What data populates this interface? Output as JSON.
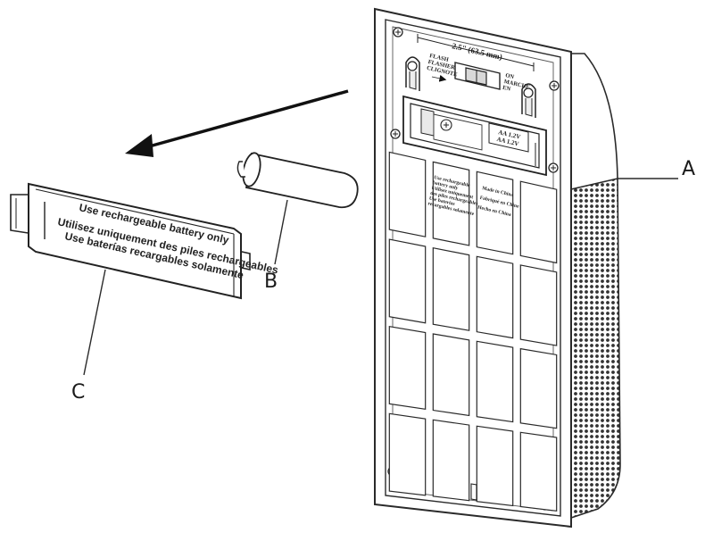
{
  "labels": {
    "a": "A",
    "b": "B",
    "c": "C"
  },
  "device": {
    "dimension": "2.5\" (63.5 mm)",
    "switch_left": [
      "FLASH",
      "FLASHER",
      "CLIGNOTE"
    ],
    "switch_right": [
      "ON",
      "MARCHE",
      "EN"
    ],
    "battery_spec": [
      "AA 1.2V",
      "AA 1.2V"
    ],
    "panel_text_left": [
      "Use rechargeable",
      "battery only",
      "Utilisez uniquement",
      "des piles rechargeables",
      "Use baterías",
      "recargables solamente"
    ],
    "panel_text_right": [
      "Made in China",
      "Fabriqué en Chine",
      "Hecho en China"
    ]
  },
  "cover": {
    "line1": "Use rechargeable battery only",
    "line2": "Utilisez uniquement des piles rechargeables",
    "line3": "Use baterías recargables solamente"
  },
  "colors": {
    "ink": "#1a1a1a",
    "line": "#2a2a2a",
    "paper": "#ffffff"
  }
}
